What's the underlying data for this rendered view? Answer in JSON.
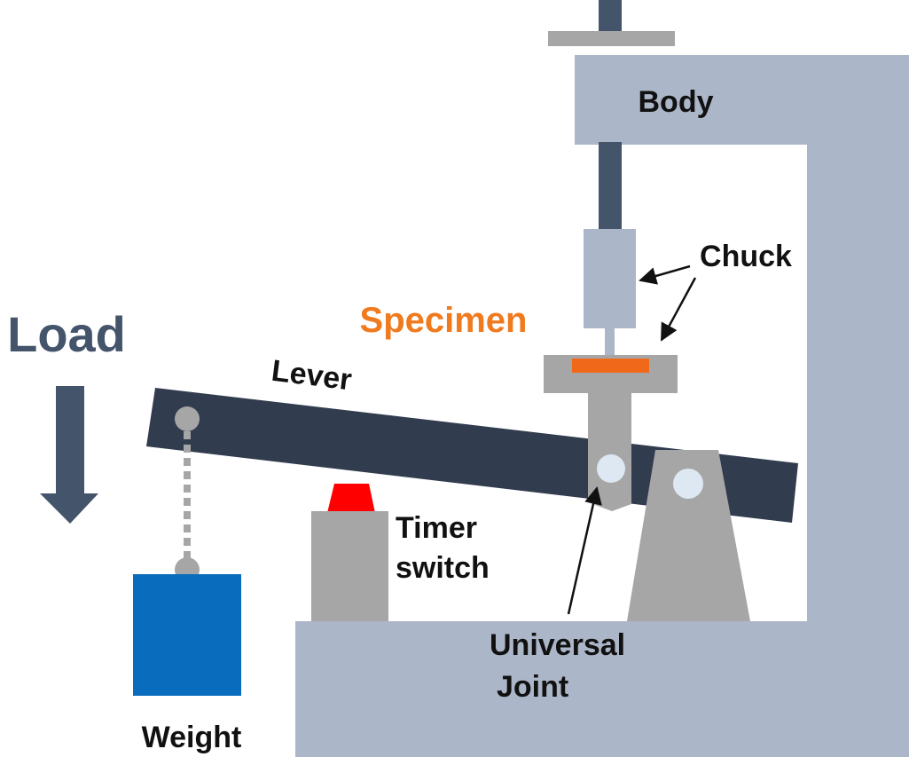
{
  "labels": {
    "body": "Body",
    "chuck": "Chuck",
    "specimen": "Specimen",
    "load": "Load",
    "lever": "Lever",
    "timer_line1": "Timer",
    "timer_line2": "switch",
    "joint_line1": "Universal",
    "joint_line2": "Joint",
    "weight": "Weight"
  },
  "colors": {
    "frame": "#acb6c9",
    "shaft": "#44546a",
    "chuck": "#acb6c9",
    "lever": "#323c4f",
    "grey_part": "#a6a6a6",
    "specimen": "#f0691a",
    "specimen_label": "#f07a1e",
    "load_label": "#44546a",
    "weight": "#0a6cbd",
    "timer_button": "#ff0000",
    "pivot_pin": "#dde8f3"
  }
}
